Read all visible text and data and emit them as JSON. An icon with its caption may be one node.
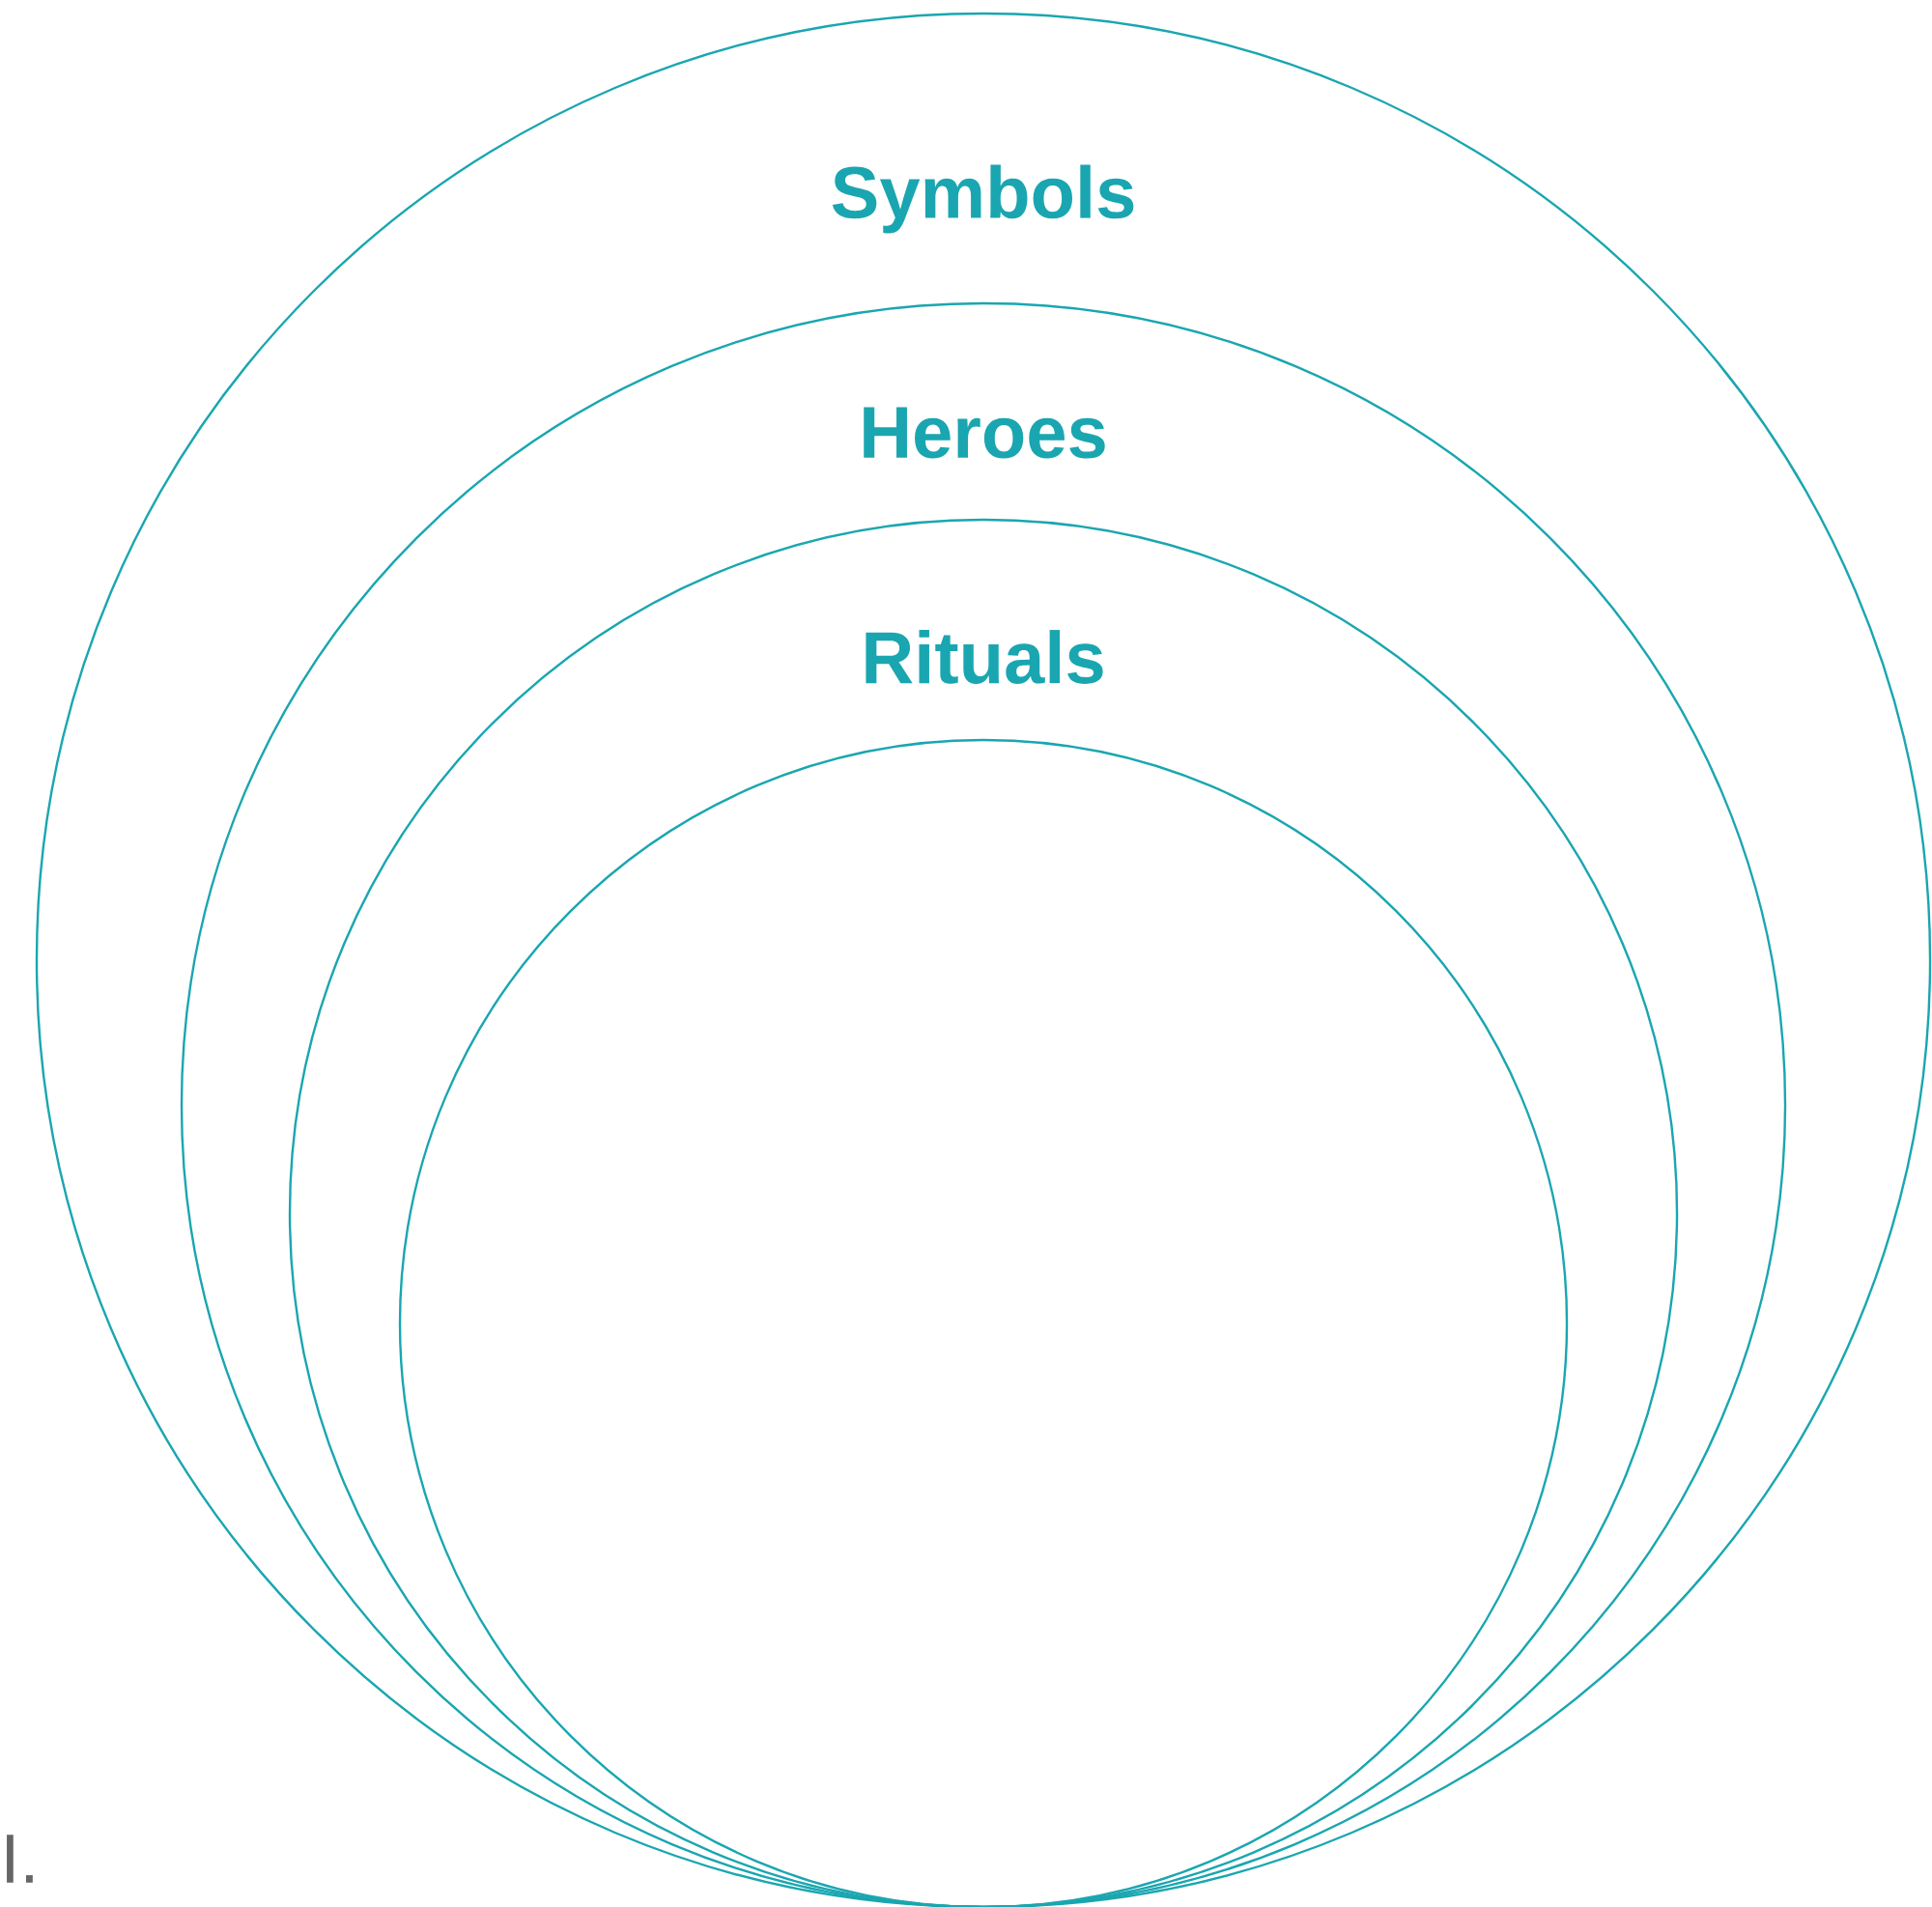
{
  "diagram": {
    "nodes": [
      {
        "text": [
          "Symbols"
        ]
      },
      {
        "text": [
          "Heroes"
        ],
        "in": 0
      },
      {
        "text": [
          "Rituals"
        ],
        "in": 1
      },
      {
        "text": [],
        "shape": "circle",
        "in": 2
      }
    ],
    "labels": [
      "I."
    ]
  }
}
